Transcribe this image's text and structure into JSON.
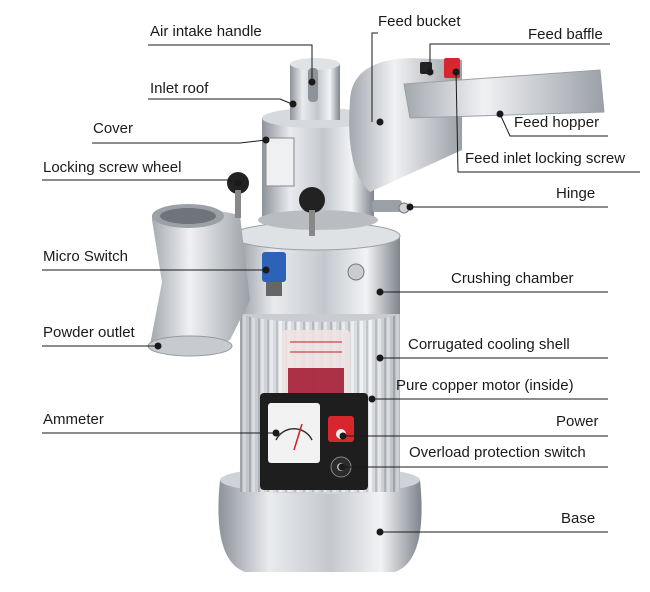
{
  "labels": {
    "air_intake_handle": "Air intake handle",
    "inlet_roof": "Inlet roof",
    "cover": "Cover",
    "locking_screw_wheel": "Locking screw wheel",
    "micro_switch": "Micro Switch",
    "powder_outlet": "Powder outlet",
    "ammeter": "Ammeter",
    "feed_bucket": "Feed bucket",
    "feed_baffle": "Feed baffle",
    "feed_hopper": "Feed hopper",
    "feed_inlet_locking_screw": "Feed inlet locking screw",
    "hinge": "Hinge",
    "crushing_chamber": "Crushing chamber",
    "corrugated_cooling_shell": "Corrugated cooling shell",
    "pure_copper_motor": "Pure copper motor (inside)",
    "power": "Power",
    "overload_protection_switch": "Overload protection switch",
    "base": "Base"
  },
  "colors": {
    "leader_line": "#1a1a1a",
    "steel_light": "#e4e6e9",
    "steel_mid": "#b8bcc2",
    "steel_dark": "#7d8289",
    "panel": "#1e1e1e",
    "power_red": "#d8262e",
    "window_red": "#a0122a"
  }
}
